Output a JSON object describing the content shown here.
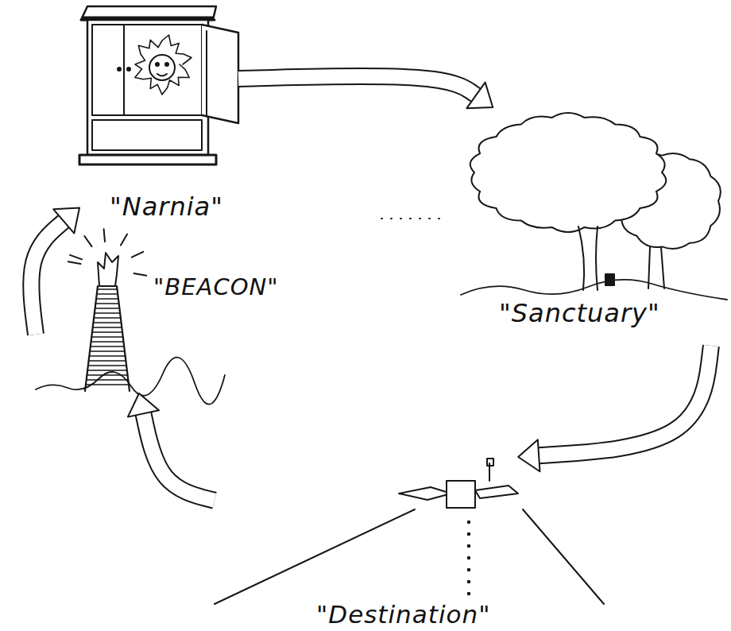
{
  "diagram": {
    "nodes": [
      {
        "text": [
          "\"Narnia\""
        ]
      },
      {
        "text": [
          "\"Sanctuary\""
        ]
      },
      {
        "text": [
          "\"Destination\""
        ]
      },
      {
        "text": [
          "\"BEACON\""
        ]
      }
    ],
    "edges": [
      {
        "from": 0,
        "to": 1,
        "arrow": "to"
      },
      {
        "from": 1,
        "to": 2,
        "arrow": "to"
      },
      {
        "from": 2,
        "to": 3,
        "arrow": "to"
      },
      {
        "from": 3,
        "to": 0,
        "arrow": "to"
      }
    ]
  }
}
